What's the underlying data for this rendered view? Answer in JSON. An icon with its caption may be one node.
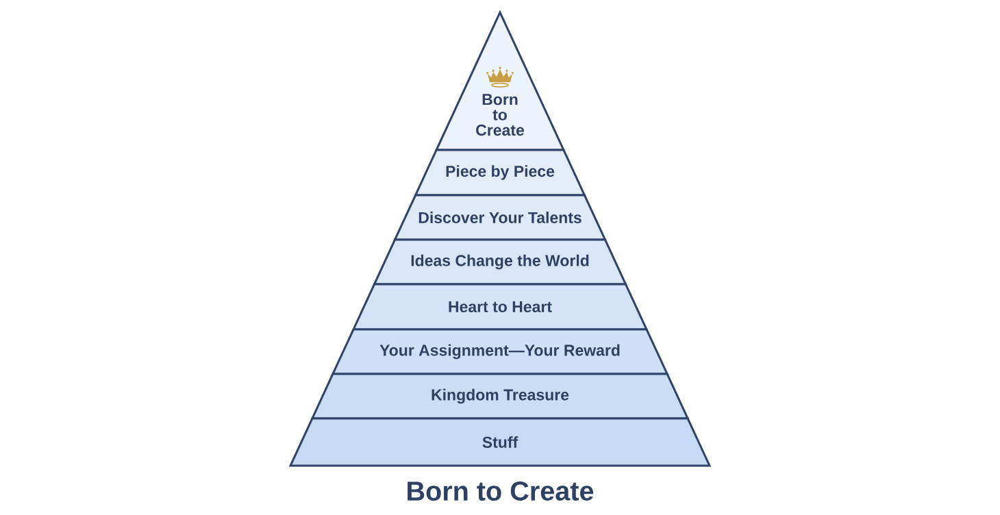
{
  "diagram": {
    "title": "Born to Create",
    "nodes": [
      {
        "text": [
          "Born to Create"
        ]
      },
      {
        "text": [
          "Piece by Piece"
        ]
      },
      {
        "text": [
          "Discover Your Talents"
        ]
      },
      {
        "text": [
          "Ideas Change the World"
        ]
      },
      {
        "text": [
          "Heart to Heart"
        ]
      },
      {
        "text": [
          "Your Assignment—Your Reward"
        ]
      },
      {
        "text": [
          "Kingdom Treasure"
        ]
      },
      {
        "text": [
          "Stuff"
        ]
      }
    ]
  }
}
